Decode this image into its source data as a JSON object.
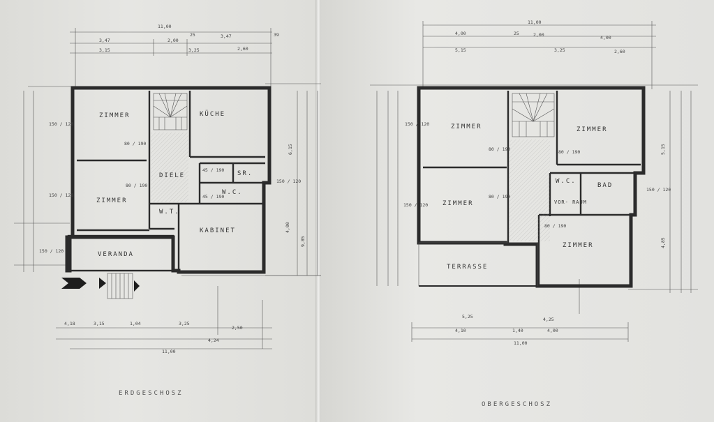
{
  "erdgeschoss": {
    "title": "ERDGESCHOSZ",
    "rooms": {
      "zimmer_1": "ZIMMER",
      "kueche": "KÜCHE",
      "diele": "DIELE",
      "sr": "SR.",
      "wc": "W.C.",
      "zimmer_2": "ZIMMER",
      "wt": "W.T.",
      "kabinet": "KABINET",
      "veranda": "VERANDA"
    },
    "dims": {
      "top_total": "11,00",
      "top_a": "3,47",
      "top_b": "3,15",
      "top_c": "2,00",
      "top_d": "25",
      "top_e": "3,25",
      "top_f": "3,47",
      "top_g": "2,60",
      "top_h": "39",
      "bottom_total": "11,00",
      "bottom_a": "4,18",
      "bottom_b": "3,15",
      "bottom_c": "1,04",
      "bottom_d": "3,25",
      "bottom_e": "2,50",
      "bottom_f": "4,24",
      "window_150_120": "150 / 120",
      "door_80_190": "80 / 190",
      "door_45_190": "45 / 190",
      "right_a": "6,15",
      "right_b": "4,00",
      "right_c": "9,85"
    }
  },
  "obergeschoss": {
    "title": "OBERGESCHOSZ",
    "rooms": {
      "zimmer_1": "ZIMMER",
      "zimmer_2": "ZIMMER",
      "zimmer_3": "ZIMMER",
      "wc": "W.C.",
      "bad": "BAD",
      "vorraum": "VOR- RAUM",
      "zimmer_4": "ZIMMER",
      "terrasse": "TERRASSE"
    },
    "dims": {
      "top_total": "11,00",
      "top_a": "4,00",
      "top_b": "5,15",
      "top_c": "2,00",
      "top_d": "25",
      "top_e": "3,25",
      "top_f": "4,00",
      "top_g": "2,60",
      "bottom_total": "11,00",
      "bottom_a": "5,25",
      "bottom_b": "4,10",
      "bottom_c": "1,40",
      "bottom_d": "4,00",
      "bottom_e": "4,25",
      "window_150_120": "150 / 120",
      "door_80_190": "80 / 190",
      "right_a": "5,15",
      "right_b": "4,85"
    }
  }
}
